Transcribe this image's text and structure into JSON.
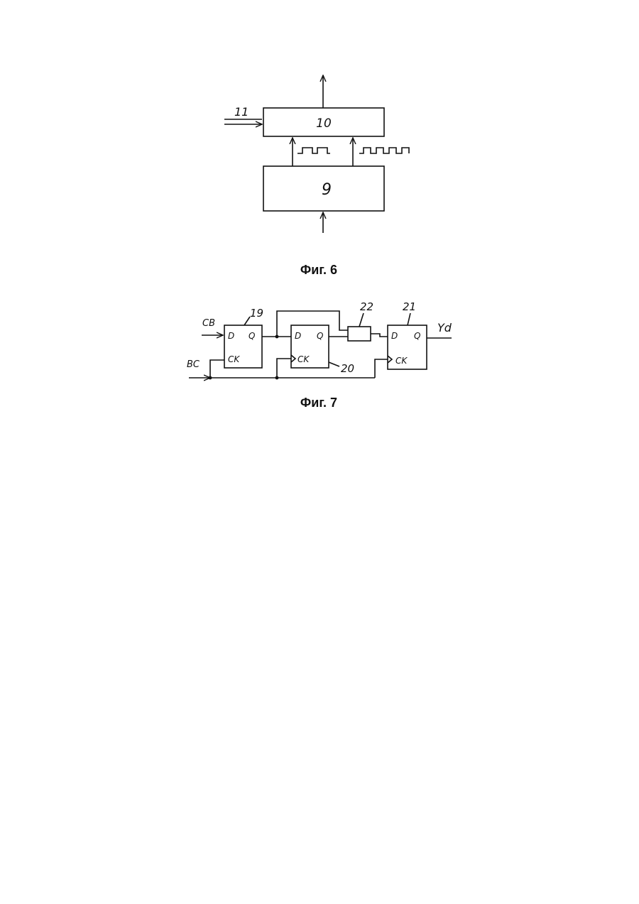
{
  "figure6": {
    "caption": "Фиг. 6",
    "block_top_label": "10",
    "block_bottom_label": "9",
    "input_label": "11"
  },
  "figure7": {
    "caption": "Фиг. 7",
    "flipflop_19": {
      "ref": "19",
      "d": "D",
      "q": "Q",
      "ck": "CK"
    },
    "flipflop_20": {
      "ref": "20",
      "d": "D",
      "q": "Q",
      "ck": "CK"
    },
    "flipflop_21": {
      "ref": "21",
      "d": "D",
      "q": "Q",
      "ck": "CK"
    },
    "element_22": {
      "ref": "22"
    },
    "input_cb": "CB",
    "input_bc": "BC",
    "output_yd": "Yd"
  }
}
